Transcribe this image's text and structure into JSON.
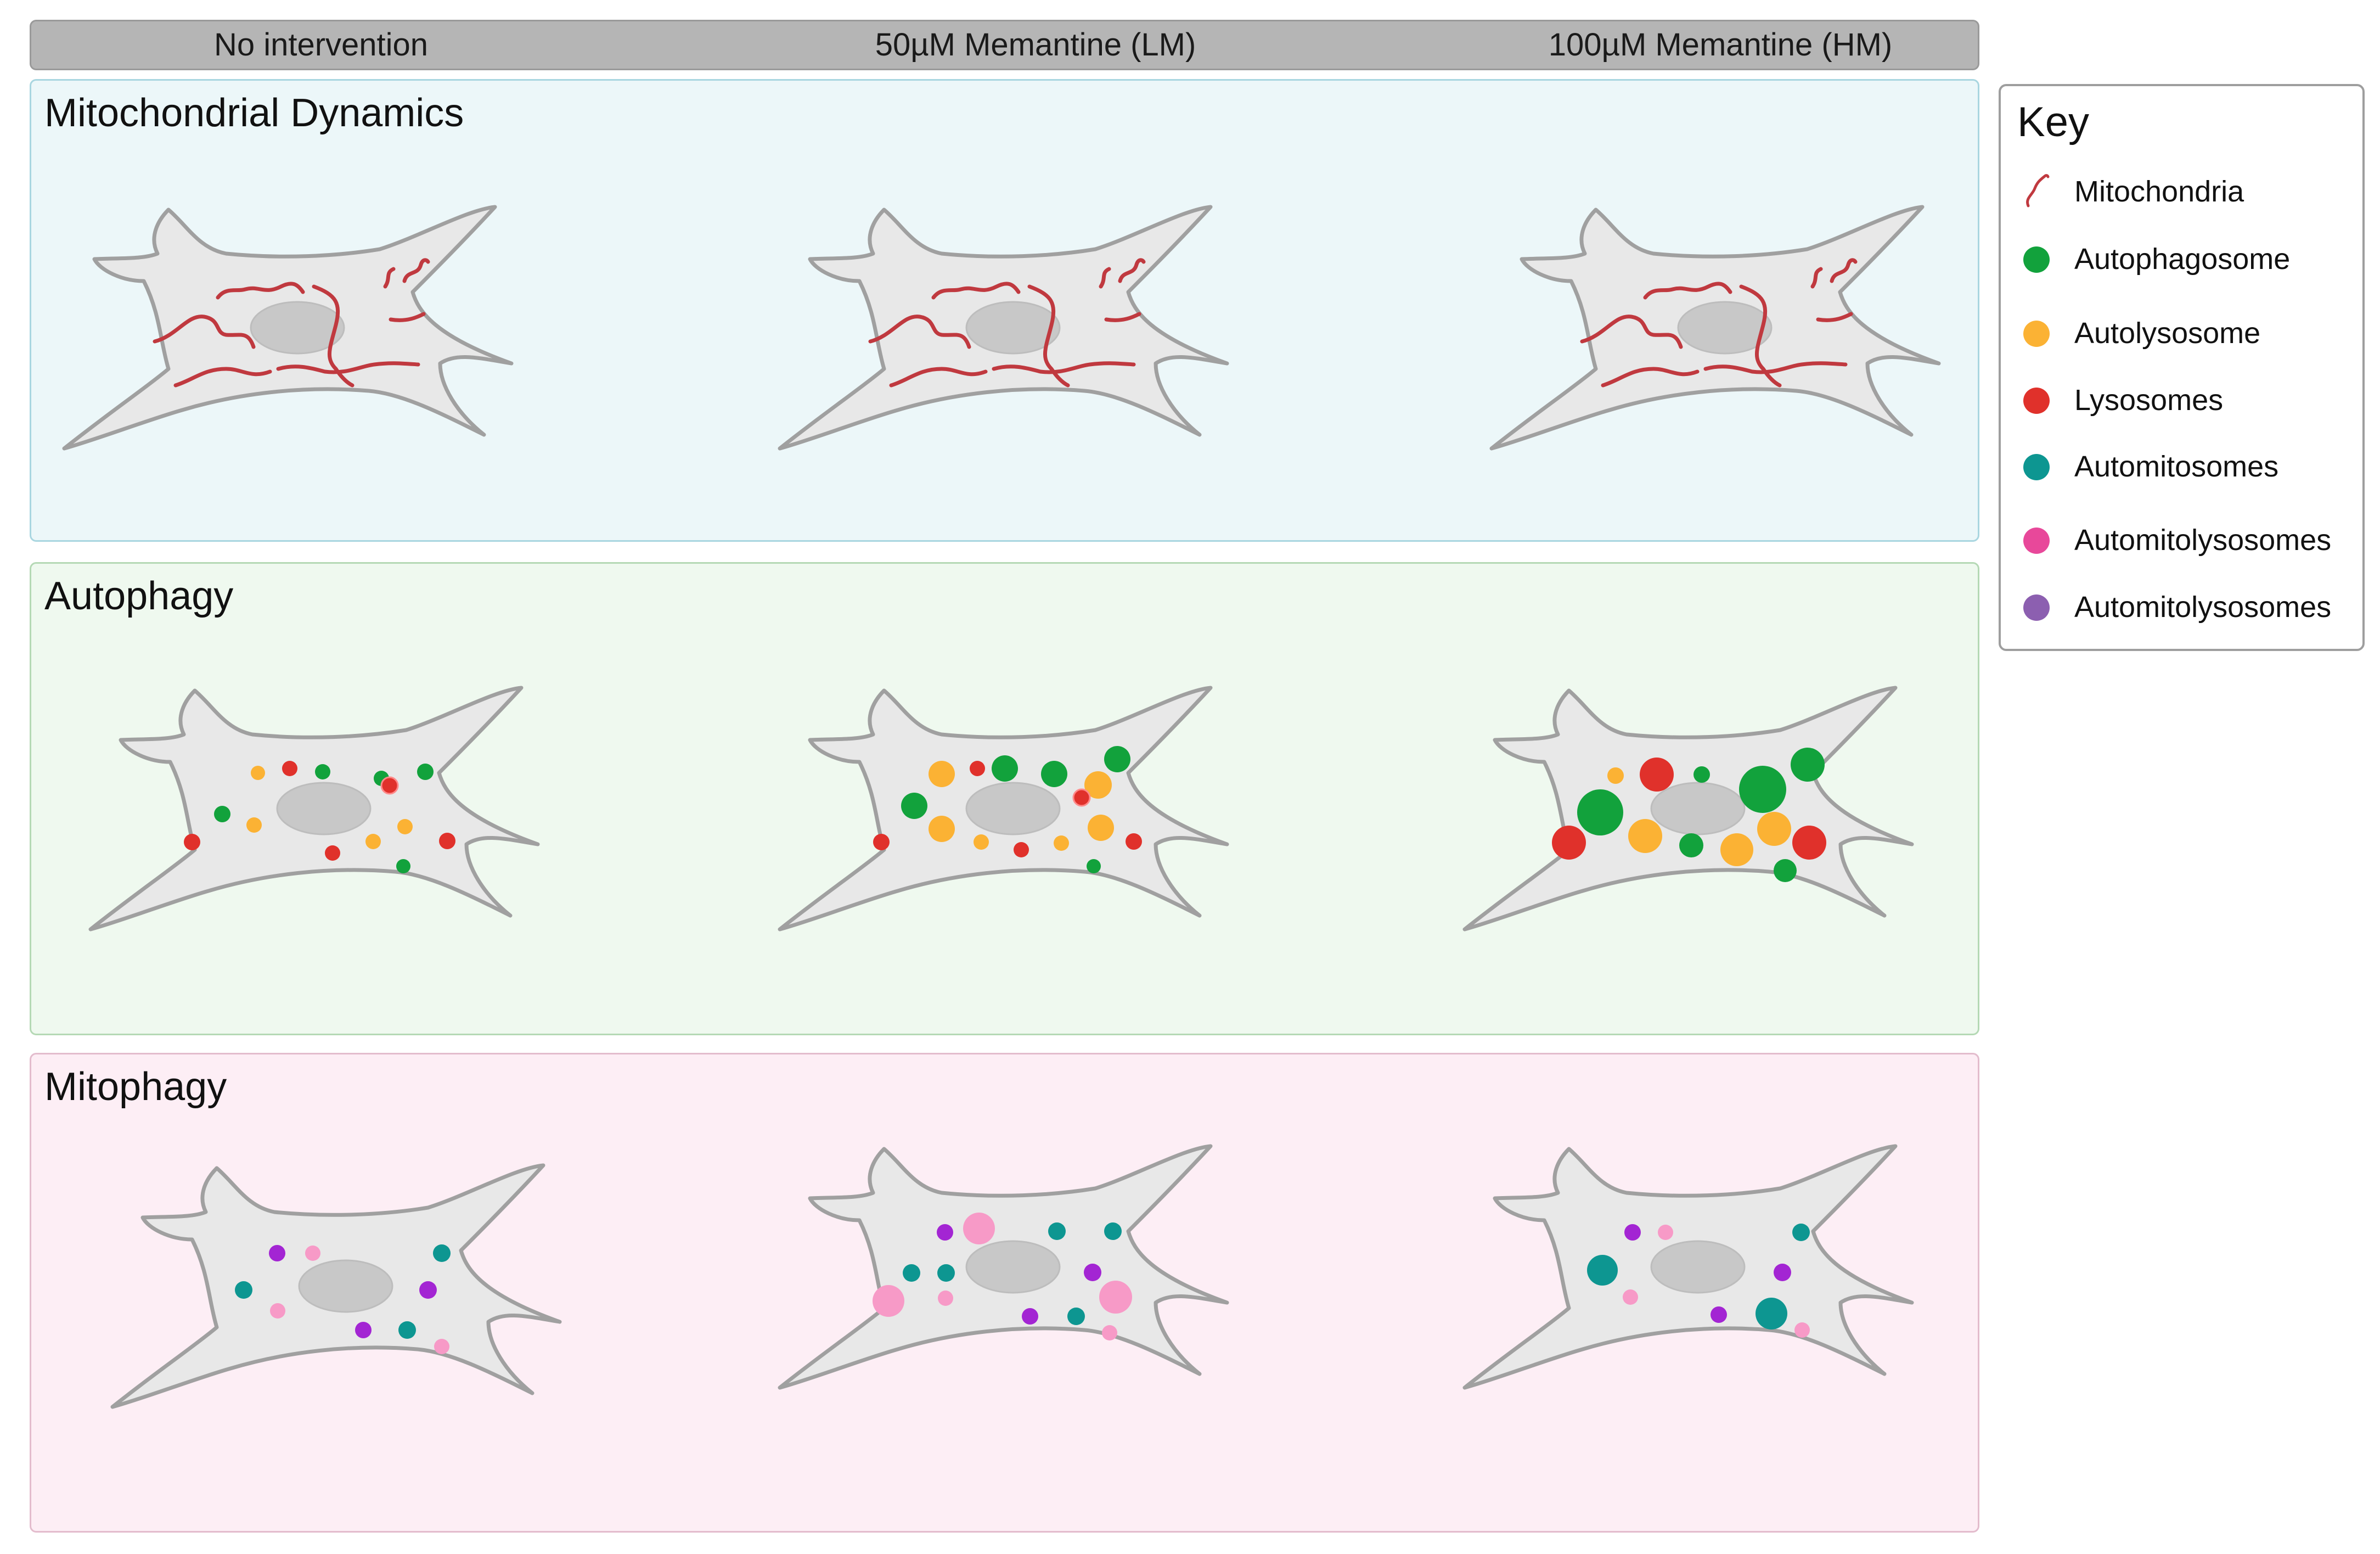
{
  "columns": [
    "No intervention",
    "50µM Memantine (LM)",
    "100µM Memantine (HM)"
  ],
  "panels": {
    "dynamics": "Mitochondrial Dynamics",
    "autophagy": "Autophagy",
    "mitophagy": "Mitophagy"
  },
  "key": {
    "title": "Key",
    "items": [
      {
        "label": "Mitochondria",
        "symbol": "mitochondria-squiggle",
        "color": "#c0393f"
      },
      {
        "label": "Autophagosome",
        "symbol": "dot",
        "color": "#12a23c"
      },
      {
        "label": "Autolysosome",
        "symbol": "dot",
        "color": "#fbb234"
      },
      {
        "label": "Lysosomes",
        "symbol": "dot",
        "color": "#e0312b"
      },
      {
        "label": "Automitosomes",
        "symbol": "dot",
        "color": "#0d9691"
      },
      {
        "label": "Automitolysosomes",
        "symbol": "dot",
        "color": "#e8489a"
      },
      {
        "label": "Automitolysosomes",
        "symbol": "dot",
        "color": "#8c5fb0"
      }
    ]
  },
  "cell_colors": {
    "cytoplasm": "#e8e8e8",
    "outline": "#a0a0a0",
    "nucleus": "#c8c8c8",
    "mitochondria": "#c0393f",
    "autophagosome": "#12a23c",
    "autolysosome": "#fbb234",
    "lysosome": "#e0312b",
    "automitosome": "#0d9691",
    "automitolysosome_pink": "#f79ac7",
    "automitolysosome_purple": "#a325d3"
  }
}
